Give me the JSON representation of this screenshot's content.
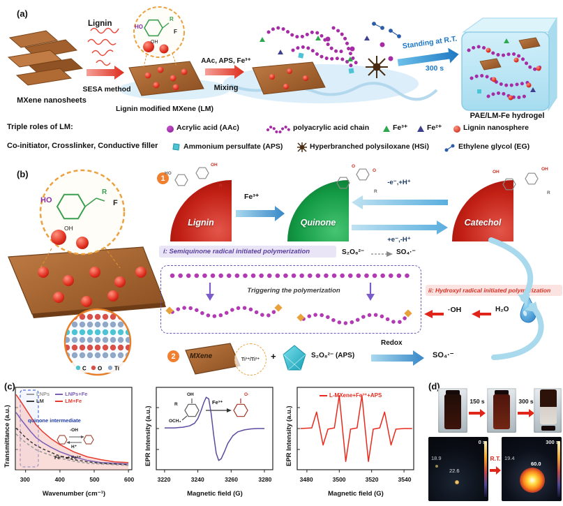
{
  "panels": {
    "a_label": "(a)",
    "b_label": "(b)",
    "c_label": "(c)",
    "d_label": "(d)"
  },
  "panel_a": {
    "lignin": "Lignin",
    "mxene_caption": "MXene nanosheets",
    "sesa": "SESA method",
    "lm_caption": "Lignin modified MXene (LM)",
    "mixing_top": "AAc, APS, Fe³⁺",
    "mixing": "Mixing",
    "standing": "Standing at R.T.",
    "standing_time": "300 s",
    "hydrogel_caption": "PAE/LM-Fe hydrogel",
    "inset_ho": "HO",
    "inset_oh": "OH",
    "inset_f": "F",
    "inset_r": "R",
    "roles_line1": "Triple roles of LM:",
    "roles_line2": "Co-initiator, Crosslinker, Conductive filler",
    "legend": {
      "aac": "Acrylic acid (AAc)",
      "paa": "polyacrylic acid chain",
      "fe3": "Fe³⁺",
      "fe2": "Fe²⁺",
      "lnp": "Lignin nanosphere",
      "aps": "Ammonium persulfate (APS)",
      "hsi": "Hyperbranched polysiloxane (HSi)",
      "eg": "Ethylene glycol (EG)"
    }
  },
  "panel_b": {
    "step1": "1",
    "step2": "2",
    "inset_ho": "HO",
    "inset_oh": "OH",
    "inset_f": "F",
    "inset_r": "R",
    "atom_c": "C",
    "atom_o": "O",
    "atom_ti": "Ti",
    "lignin": "Lignin",
    "fe3": "Fe³⁺",
    "quinone": "Quinone",
    "eq_top": "-e⁻,+H⁺",
    "eq_bottom": "+e⁻,-H⁺",
    "catechol": "Catechol",
    "route_i": "i: Semiquinone radical initiated polymerization",
    "persulfate": "S₂O₈²⁻",
    "sulfate": "SO₄·⁻",
    "triggering": "Triggering the polymerization",
    "route_ii": "ii: Hydroxyl radical initiated polymerization",
    "hydroxyl": "·OH",
    "water": "H₂O",
    "mxene": "MXene",
    "ti_states": "Ti³⁺/Ti²⁺",
    "plus": "+",
    "aps": "S₂O₈²⁻ (APS)",
    "redox": "Redox",
    "sulfate2": "SO₄·⁻",
    "struct_ho": "HO",
    "struct_oh": "OH",
    "struct_o": "O",
    "struct_r": "R"
  },
  "panel_d": {
    "t150": "150 s",
    "t300": "300 s",
    "th1_time": "0 s",
    "th1_a": "18.9",
    "th1_b": "22.6",
    "rt": "R.T.",
    "th2_time": "300 s",
    "th2_a": "19.4",
    "th2_b": "60.0"
  },
  "chart_data": [
    {
      "type": "line",
      "xlabel": "Wavenumber (cm⁻¹)",
      "ylabel": "Transmittance (a.u.)",
      "xlim": [
        270,
        610
      ],
      "ylim": [
        0,
        1.15
      ],
      "xticks": [
        "300",
        "400",
        "500",
        "600"
      ],
      "annotation": "quinone intermediate",
      "ann_oh": "-OH",
      "ann_h": "H⁺",
      "ann_fe": "Fe³⁺ ⇌ Fe²⁺",
      "legend_position": "top-left",
      "grid": false,
      "series": [
        {
          "name": "LNPs",
          "color": "#9a9a9a",
          "dash": "4 3",
          "x": [
            272,
            285,
            300,
            315,
            330,
            350,
            375,
            400,
            440,
            480,
            520,
            560,
            600
          ],
          "y": [
            0.5,
            0.44,
            0.38,
            0.33,
            0.28,
            0.24,
            0.2,
            0.16,
            0.12,
            0.09,
            0.08,
            0.07,
            0.06
          ]
        },
        {
          "name": "LNPs+Fe",
          "color": "#7a5fb5",
          "dash": "",
          "x": [
            272,
            285,
            300,
            315,
            330,
            350,
            375,
            400,
            440,
            480,
            520,
            560,
            600
          ],
          "y": [
            0.8,
            0.71,
            0.62,
            0.53,
            0.45,
            0.38,
            0.31,
            0.25,
            0.18,
            0.13,
            0.1,
            0.09,
            0.08
          ]
        },
        {
          "name": "LM",
          "color": "#3a3a3a",
          "dash": "4 3",
          "x": [
            272,
            285,
            300,
            315,
            330,
            350,
            375,
            400,
            440,
            480,
            520,
            560,
            600
          ],
          "y": [
            0.58,
            0.52,
            0.45,
            0.39,
            0.34,
            0.29,
            0.24,
            0.19,
            0.14,
            0.11,
            0.09,
            0.08,
            0.07
          ]
        },
        {
          "name": "LM+Fe",
          "color": "#e8392e",
          "dash": "",
          "fill": "#f5b9b1",
          "x": [
            272,
            285,
            300,
            315,
            330,
            350,
            375,
            400,
            440,
            480,
            520,
            560,
            600
          ],
          "y": [
            1.05,
            0.96,
            0.85,
            0.74,
            0.63,
            0.53,
            0.43,
            0.35,
            0.25,
            0.18,
            0.14,
            0.11,
            0.1
          ]
        }
      ]
    },
    {
      "type": "line",
      "xlabel": "Magnetic field (G)",
      "ylabel": "EPR Intensity (a.u.)",
      "xlim": [
        3215,
        3285
      ],
      "ylim": [
        -1.25,
        1.25
      ],
      "xticks": [
        "3220",
        "3240",
        "3260",
        "3280"
      ],
      "ann_oh": "OH",
      "ann_r": "R",
      "ann_och3": "OCH₃",
      "ann_fe": "Fe³⁺",
      "ann_o": "O·",
      "grid": false,
      "series": [
        {
          "name": "",
          "color": "#5c4a9e",
          "dash": "",
          "x": [
            3220,
            3226,
            3231,
            3235,
            3238,
            3240,
            3242,
            3243.5,
            3245,
            3246.5,
            3248,
            3249.5,
            3251,
            3252.5,
            3254,
            3256,
            3258,
            3261,
            3264,
            3268,
            3272,
            3276,
            3280
          ],
          "y": [
            0.02,
            0.02,
            0.04,
            0.08,
            0.16,
            0.3,
            0.55,
            0.78,
            0.95,
            0.9,
            0.45,
            -0.2,
            -0.75,
            -0.97,
            -0.92,
            -0.7,
            -0.45,
            -0.22,
            -0.1,
            -0.04,
            -0.01,
            0,
            0
          ]
        }
      ]
    },
    {
      "type": "line",
      "xlabel": "Magnetic field (G)",
      "ylabel": "EPR Intensity (a.u.)",
      "xlim": [
        3474,
        3546
      ],
      "ylim": [
        -1.25,
        1.25
      ],
      "xticks": [
        "3480",
        "3500",
        "3520",
        "3540"
      ],
      "legend": "L-MXene+Fe³⁺+APS",
      "grid": false,
      "series": [
        {
          "name": "L-MXene+Fe³⁺+APS",
          "color": "#e8291c",
          "dash": "",
          "x": [
            3476,
            3483,
            3486,
            3488,
            3490,
            3493,
            3497,
            3500,
            3502,
            3504,
            3507,
            3511,
            3514,
            3516,
            3518,
            3521,
            3525,
            3528,
            3530,
            3532,
            3535,
            3540,
            3545
          ],
          "y": [
            0,
            0.02,
            0.5,
            0,
            -0.5,
            -0.02,
            0.02,
            1.0,
            0,
            -1.0,
            -0.02,
            0.02,
            1.0,
            0,
            -1.0,
            -0.02,
            0.02,
            0.5,
            0,
            -0.5,
            -0.02,
            0,
            0
          ]
        }
      ]
    }
  ]
}
